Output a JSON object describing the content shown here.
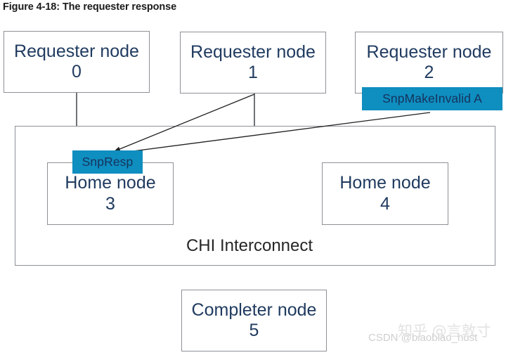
{
  "figure": {
    "title": "Figure 4-18: The requester response"
  },
  "colors": {
    "badge_fill": "#0f8ec0",
    "node_text": "#1f3a5f",
    "box_border": "#8d9096",
    "interconnect_text": "#262626",
    "title_text": "#1a1a1a"
  },
  "nodes": [
    {
      "id": "requester-node-0",
      "label": "Requester node",
      "number": "0"
    },
    {
      "id": "requester-node-1",
      "label": "Requester node",
      "number": "1"
    },
    {
      "id": "requester-node-2",
      "label": "Requester node",
      "number": "2"
    },
    {
      "id": "home-node-3",
      "label": "Home node",
      "number": "3"
    },
    {
      "id": "home-node-4",
      "label": "Home node",
      "number": "4"
    },
    {
      "id": "completer-node-5",
      "label": "Completer node",
      "number": "5"
    }
  ],
  "interconnect": {
    "label": "CHI Interconnect"
  },
  "messages": [
    {
      "id": "snp-make-invalid-a",
      "text": "SnpMakeInvalid A"
    },
    {
      "id": "snp-resp",
      "text": "SnpResp"
    }
  ],
  "watermarks": {
    "latin": "CSDN @biaobiao_hust",
    "cjk": "知乎 @言敦寸"
  }
}
